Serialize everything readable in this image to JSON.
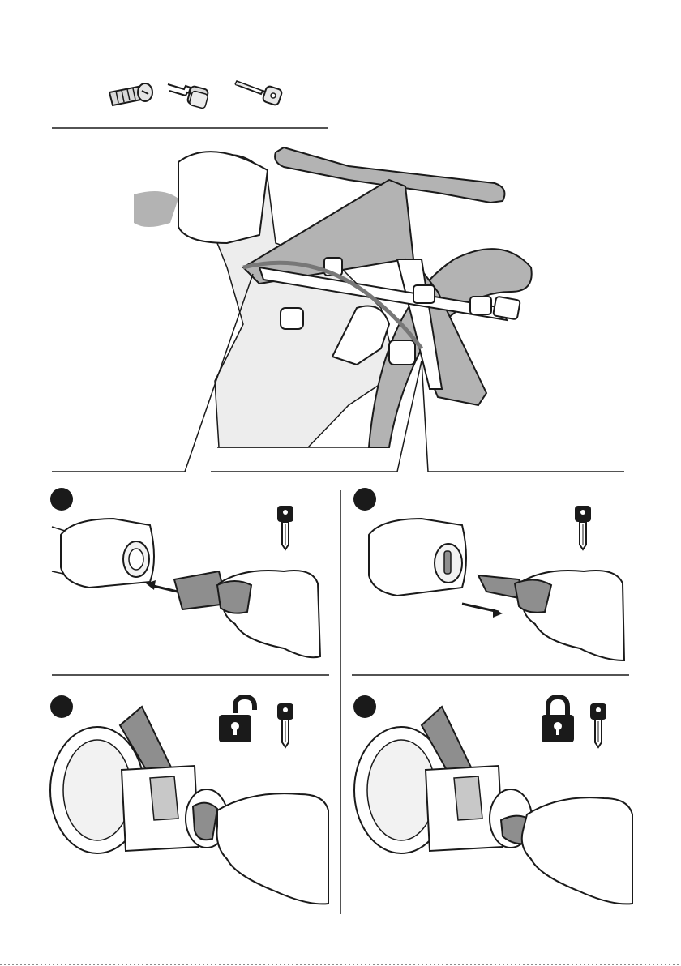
{
  "parts": {
    "items": [
      {
        "icon": "lock-cylinder-icon"
      },
      {
        "icon": "key-pair-icon"
      },
      {
        "icon": "install-key-icon"
      }
    ]
  },
  "overview": {
    "icon": "bike-carrier-overview-illustration",
    "colors": {
      "frame_fill": "#b3b3b3",
      "line": "#1a1a1a",
      "shade": "#d6d6d6"
    }
  },
  "steps": [
    {
      "number": "",
      "action": "insert-cylinder",
      "icon": "key-icon"
    },
    {
      "number": "",
      "action": "remove-install-key",
      "icon": "key-icon"
    },
    {
      "number": "",
      "action": "unlock",
      "icon": "unlocked-padlock-icon"
    },
    {
      "number": "",
      "action": "lock",
      "icon": "locked-padlock-icon"
    }
  ],
  "colors": {
    "badge": "#1a1a1a",
    "rubber": "#8e8e8e",
    "line": "#1a1a1a"
  }
}
